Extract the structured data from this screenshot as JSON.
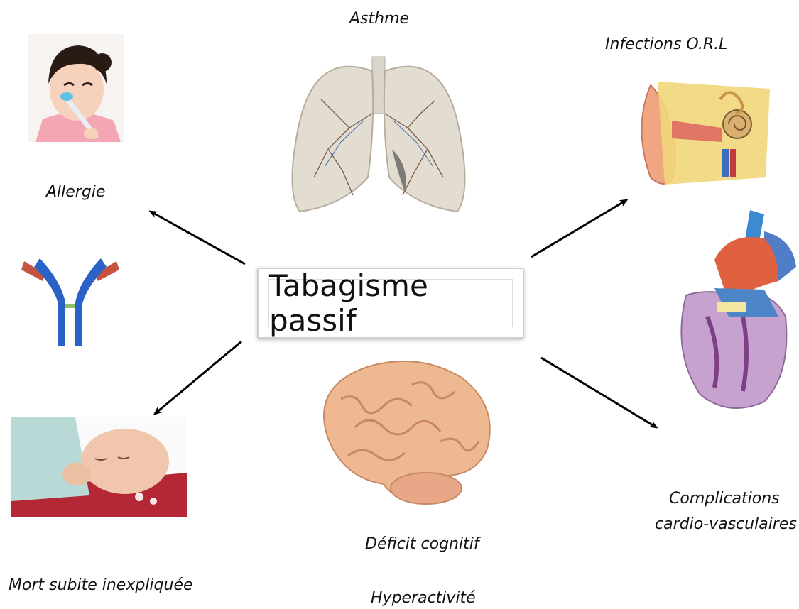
{
  "center": {
    "title": "Tabagisme passif"
  },
  "labels": {
    "asthme": "Asthme",
    "infections": "Infections O.R.L",
    "allergie": "Allergie",
    "mort_subite": "Mort subite inexpliquée",
    "deficit": "Déficit cognitif",
    "hyperactivite": "Hyperactivité",
    "complications_1": "Complications",
    "complications_2": "cardio-vasculaires"
  },
  "icons": {
    "child": "child-with-toothbrush-icon",
    "lungs": "lungs-icon",
    "ear": "ear-anatomy-icon",
    "antibody": "antibody-icon",
    "heart": "heart-anatomy-icon",
    "baby": "sleeping-baby-icon",
    "brain": "brain-icon"
  },
  "colors": {
    "arrow": "#000000",
    "label": "#111111",
    "box_border": "#cfcfcf"
  }
}
